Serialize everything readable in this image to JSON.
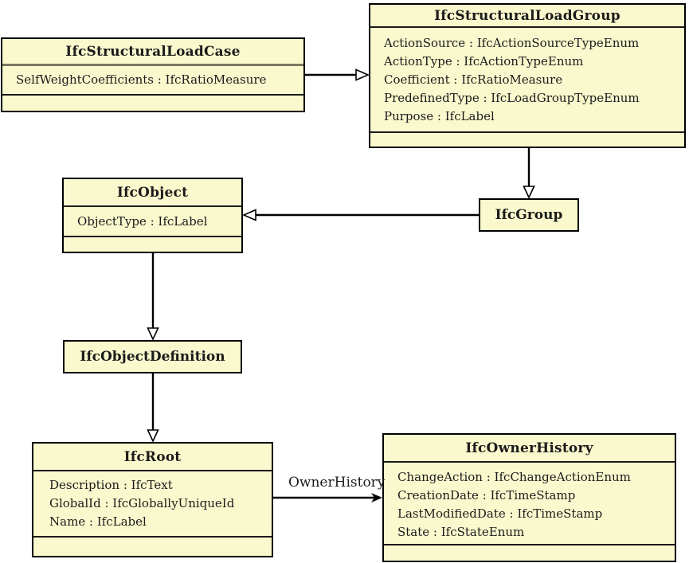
{
  "diagram": {
    "kind": "uml-class-diagram",
    "colors": {
      "class_fill": "#FAF9CE",
      "border": "#000000",
      "highlight_divider": "#7A7A62",
      "line": "#000000",
      "background": "#ffffff"
    },
    "classes": [
      {
        "name": "IfcStructuralLoadCase",
        "attributes": [
          "SelfWeightCoefficients : IfcRatioMeasure"
        ]
      },
      {
        "name": "IfcStructuralLoadGroup",
        "attributes": [
          "ActionSource : IfcActionSourceTypeEnum",
          "ActionType : IfcActionTypeEnum",
          "Coefficient : IfcRatioMeasure",
          "PredefinedType : IfcLoadGroupTypeEnum",
          "Purpose : IfcLabel"
        ]
      },
      {
        "name": "IfcObject",
        "attributes": [
          "ObjectType : IfcLabel"
        ]
      },
      {
        "name": "IfcGroup",
        "attributes": []
      },
      {
        "name": "IfcObjectDefinition",
        "attributes": []
      },
      {
        "name": "IfcRoot",
        "attributes": [
          "Description : IfcText",
          "GlobalId : IfcGloballyUniqueId",
          "Name : IfcLabel"
        ]
      },
      {
        "name": "IfcOwnerHistory",
        "attributes": [
          "ChangeAction : IfcChangeActionEnum",
          "CreationDate : IfcTimeStamp",
          "LastModifiedDate : IfcTimeStamp",
          "State : IfcStateEnum"
        ]
      }
    ],
    "relations": [
      {
        "from": "IfcStructuralLoadCase",
        "to": "IfcStructuralLoadGroup",
        "type": "generalization"
      },
      {
        "from": "IfcStructuralLoadGroup",
        "to": "IfcGroup",
        "type": "generalization"
      },
      {
        "from": "IfcGroup",
        "to": "IfcObject",
        "type": "generalization"
      },
      {
        "from": "IfcObject",
        "to": "IfcObjectDefinition",
        "type": "generalization"
      },
      {
        "from": "IfcObjectDefinition",
        "to": "IfcRoot",
        "type": "generalization"
      },
      {
        "from": "IfcRoot",
        "to": "IfcOwnerHistory",
        "type": "association",
        "label": "OwnerHistory"
      }
    ]
  }
}
